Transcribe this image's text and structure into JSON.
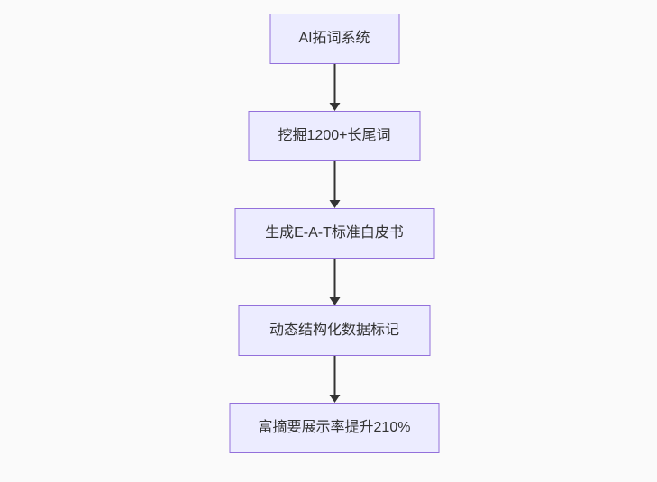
{
  "diagram": {
    "type": "flowchart",
    "direction": "top-down",
    "nodes": [
      {
        "id": "n1",
        "label": "AI拓词系统"
      },
      {
        "id": "n2",
        "label": "挖掘1200+长尾词"
      },
      {
        "id": "n3",
        "label": "生成E-A-T标准白皮书"
      },
      {
        "id": "n4",
        "label": "动态结构化数据标记"
      },
      {
        "id": "n5",
        "label": "富摘要展示率提升210%"
      }
    ],
    "edges": [
      {
        "from": "n1",
        "to": "n2"
      },
      {
        "from": "n2",
        "to": "n3"
      },
      {
        "from": "n3",
        "to": "n4"
      },
      {
        "from": "n4",
        "to": "n5"
      }
    ],
    "colors": {
      "background": "#fafafa",
      "node_fill": "#ECECFF",
      "node_border": "#9370DB",
      "text": "#333333",
      "arrow": "#333333"
    }
  }
}
